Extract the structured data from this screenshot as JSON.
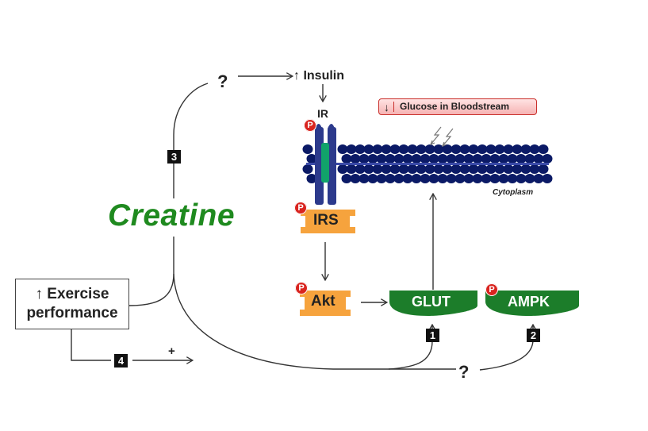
{
  "labels": {
    "question_top": "?",
    "insulin": "↑ Insulin",
    "ir": "IR",
    "creatine": "Creatine",
    "exercise_line1": "↑ Exercise",
    "exercise_line2": "performance",
    "irs": "IRS",
    "akt": "Akt",
    "glut": "GLUT",
    "ampk": "AMPK",
    "glucose_arrow": "↓",
    "glucose": "Glucose in Bloodstream",
    "cytoplasm": "Cytoplasm",
    "question_bottom": "?",
    "plus": "+",
    "phospho": "P"
  },
  "steps": [
    "1",
    "2",
    "3",
    "4"
  ],
  "colors": {
    "creatine": "#1f8a1f",
    "membrane": "#0b1a66",
    "receptor": "#2c3a8c",
    "receptor_core": "#11a36a",
    "orange": "#f6a33d",
    "green": "#1c7d2a",
    "phospho": "#d9241f",
    "glucose_border": "#c9302c"
  }
}
